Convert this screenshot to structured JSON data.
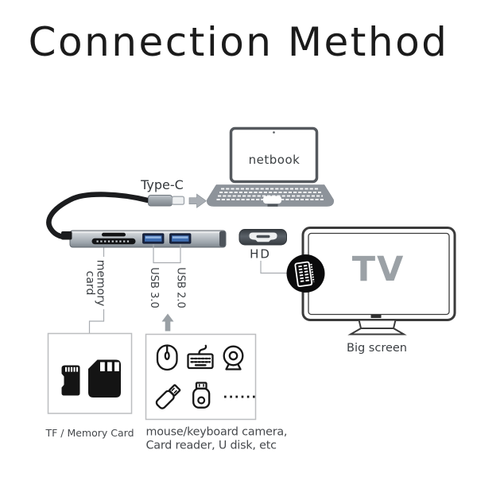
{
  "title": "Connection Method",
  "laptop": {
    "label": "netbook"
  },
  "hub": {
    "cable_label": "Type-C",
    "memory_card_label": [
      "memory",
      "card"
    ],
    "usb3_label": "USB 3.0",
    "usb2_label": "USB 2.0",
    "hdmi_label": "HD"
  },
  "tv": {
    "label": "TV",
    "caption": "Big screen"
  },
  "memory_box": {
    "caption": "TF / Memory Card"
  },
  "peripherals_box": {
    "dots": "......",
    "caption": [
      "mouse/keyboard camera,",
      "Card reader, U disk, etc"
    ]
  },
  "icons": {
    "laptop": "netbook-laptop",
    "type_c_plug": "usb-c-plug",
    "right_arrow": "plug-into-laptop-arrow",
    "usb_hub": "usb-c-hub-with-card-slots-and-usb-ports",
    "hdmi_adapter": "hdmi-female-port",
    "hdmi_plug_badge": "hdmi-male-connector-in-black-circle",
    "tv": "television-big-screen",
    "up_arrow": "peripherals-plug-in-arrow",
    "micro_sd_card": "tf-card",
    "sd_card": "sd-memory-card",
    "mouse": "computer-mouse",
    "keyboard": "wired-keyboard",
    "webcam": "camera",
    "flash_drive": "card-reader-dongle",
    "u_disk": "u-disk"
  },
  "colors": {
    "usb_port_blue": "#3e6db1",
    "hub_silver": "#b4bac0",
    "cable_black": "#1b1c1e",
    "tv_label_gray": "#9ba1a6",
    "connector_line_gray": "#a8acb0",
    "text_dark": "#3a3e42"
  }
}
